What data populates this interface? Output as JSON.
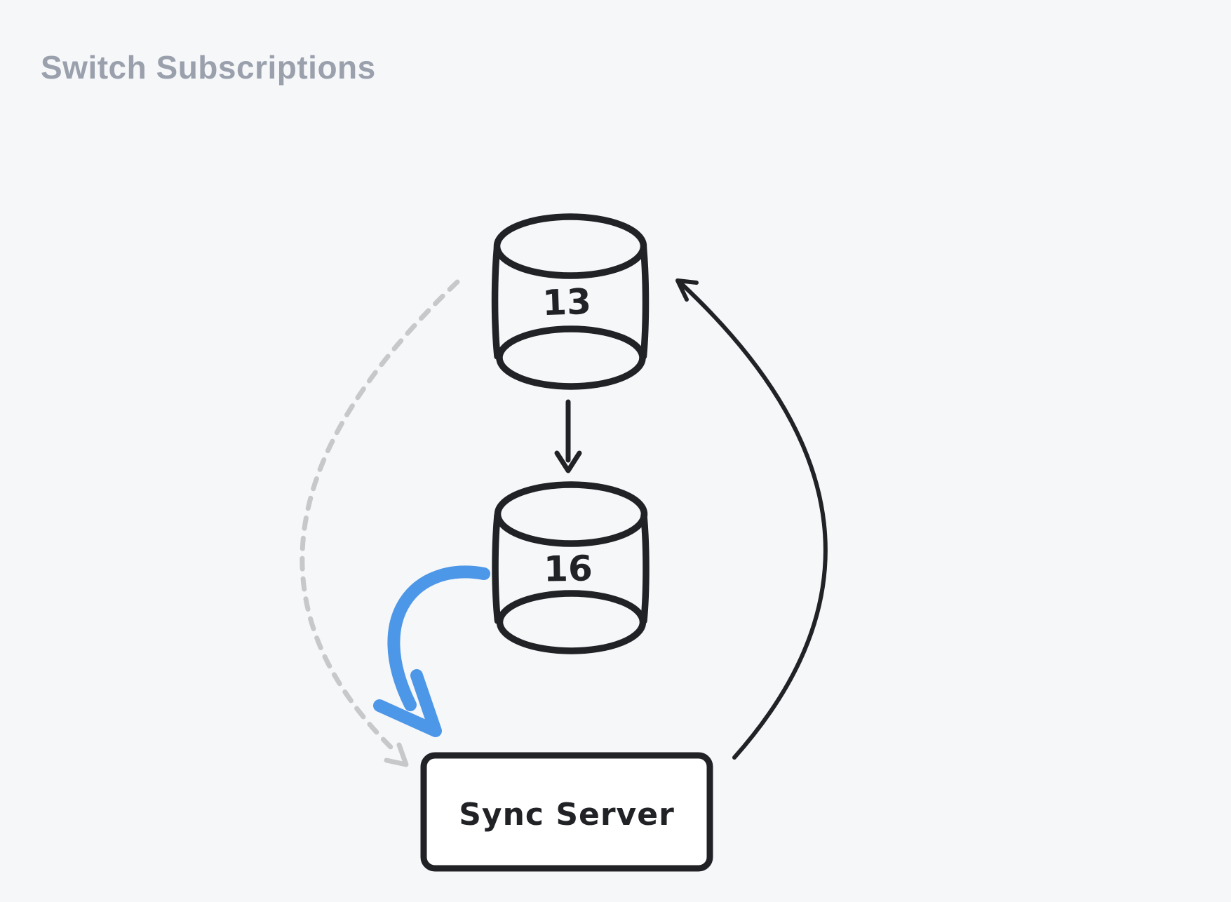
{
  "title": {
    "text": "Switch Subscriptions",
    "color": "#9aa1ad"
  },
  "colors": {
    "background": "#f6f7f9",
    "ink": "#212226",
    "accent_blue": "#4d97e8",
    "dashed_gray": "#c7c8ca",
    "node_fill": "#ffffff"
  },
  "diagram": {
    "nodes": [
      {
        "id": "db-13",
        "shape": "cylinder",
        "label": "13"
      },
      {
        "id": "db-16",
        "shape": "cylinder",
        "label": "16"
      },
      {
        "id": "sync-server",
        "shape": "rounded-rect",
        "label": "Sync Server"
      }
    ],
    "edges": [
      {
        "id": "db13-to-db16",
        "from": "db-13",
        "to": "db-16",
        "style": "solid-straight-arrow",
        "color_ref": "ink"
      },
      {
        "id": "sync-to-db13",
        "from": "sync-server",
        "to": "db-13",
        "style": "solid-curved-arrow",
        "color_ref": "ink"
      },
      {
        "id": "db16-to-sync",
        "from": "db-16",
        "to": "sync-server",
        "style": "thick-curved-arrow",
        "color_ref": "accent_blue"
      },
      {
        "id": "db13-to-sync",
        "from": "db-13",
        "to": "sync-server",
        "style": "dashed-curved-arrow",
        "color_ref": "dashed_gray"
      }
    ]
  }
}
